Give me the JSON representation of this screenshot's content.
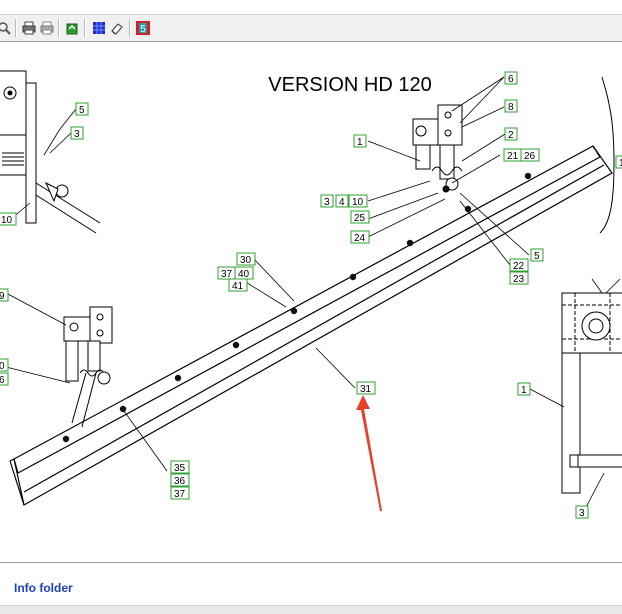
{
  "toolbar": {
    "icons": [
      "zoom-icon",
      "print-icon",
      "print-preview-icon",
      "export-icon",
      "grid-icon",
      "eraser-icon",
      "help-icon"
    ]
  },
  "drawing": {
    "title": "VERSION HD 120",
    "labels": {
      "l5a": "5",
      "l3a": "3",
      "l10a": "10",
      "l9": "9",
      "l0": "0",
      "l6a": "6",
      "l6b": "6",
      "l8": "8",
      "l1a": "1",
      "l2": "2",
      "l21": "21",
      "l26": "26",
      "l3b": "3",
      "l4": "4",
      "l10b": "10",
      "l25": "25",
      "l24": "24",
      "l5b": "5",
      "l22": "22",
      "l23": "23",
      "l30": "30",
      "l37a": "37",
      "l40": "40",
      "l41": "41",
      "l31": "31",
      "l35": "35",
      "l36": "36",
      "l37b": "37",
      "l1b": "1",
      "l3c": "3",
      "l1c": "1"
    }
  },
  "footer": {
    "info_label": "Info folder"
  },
  "colors": {
    "callout_border": "#2ea02e",
    "arrow": "#e8402a",
    "link": "#1a3fbf"
  }
}
